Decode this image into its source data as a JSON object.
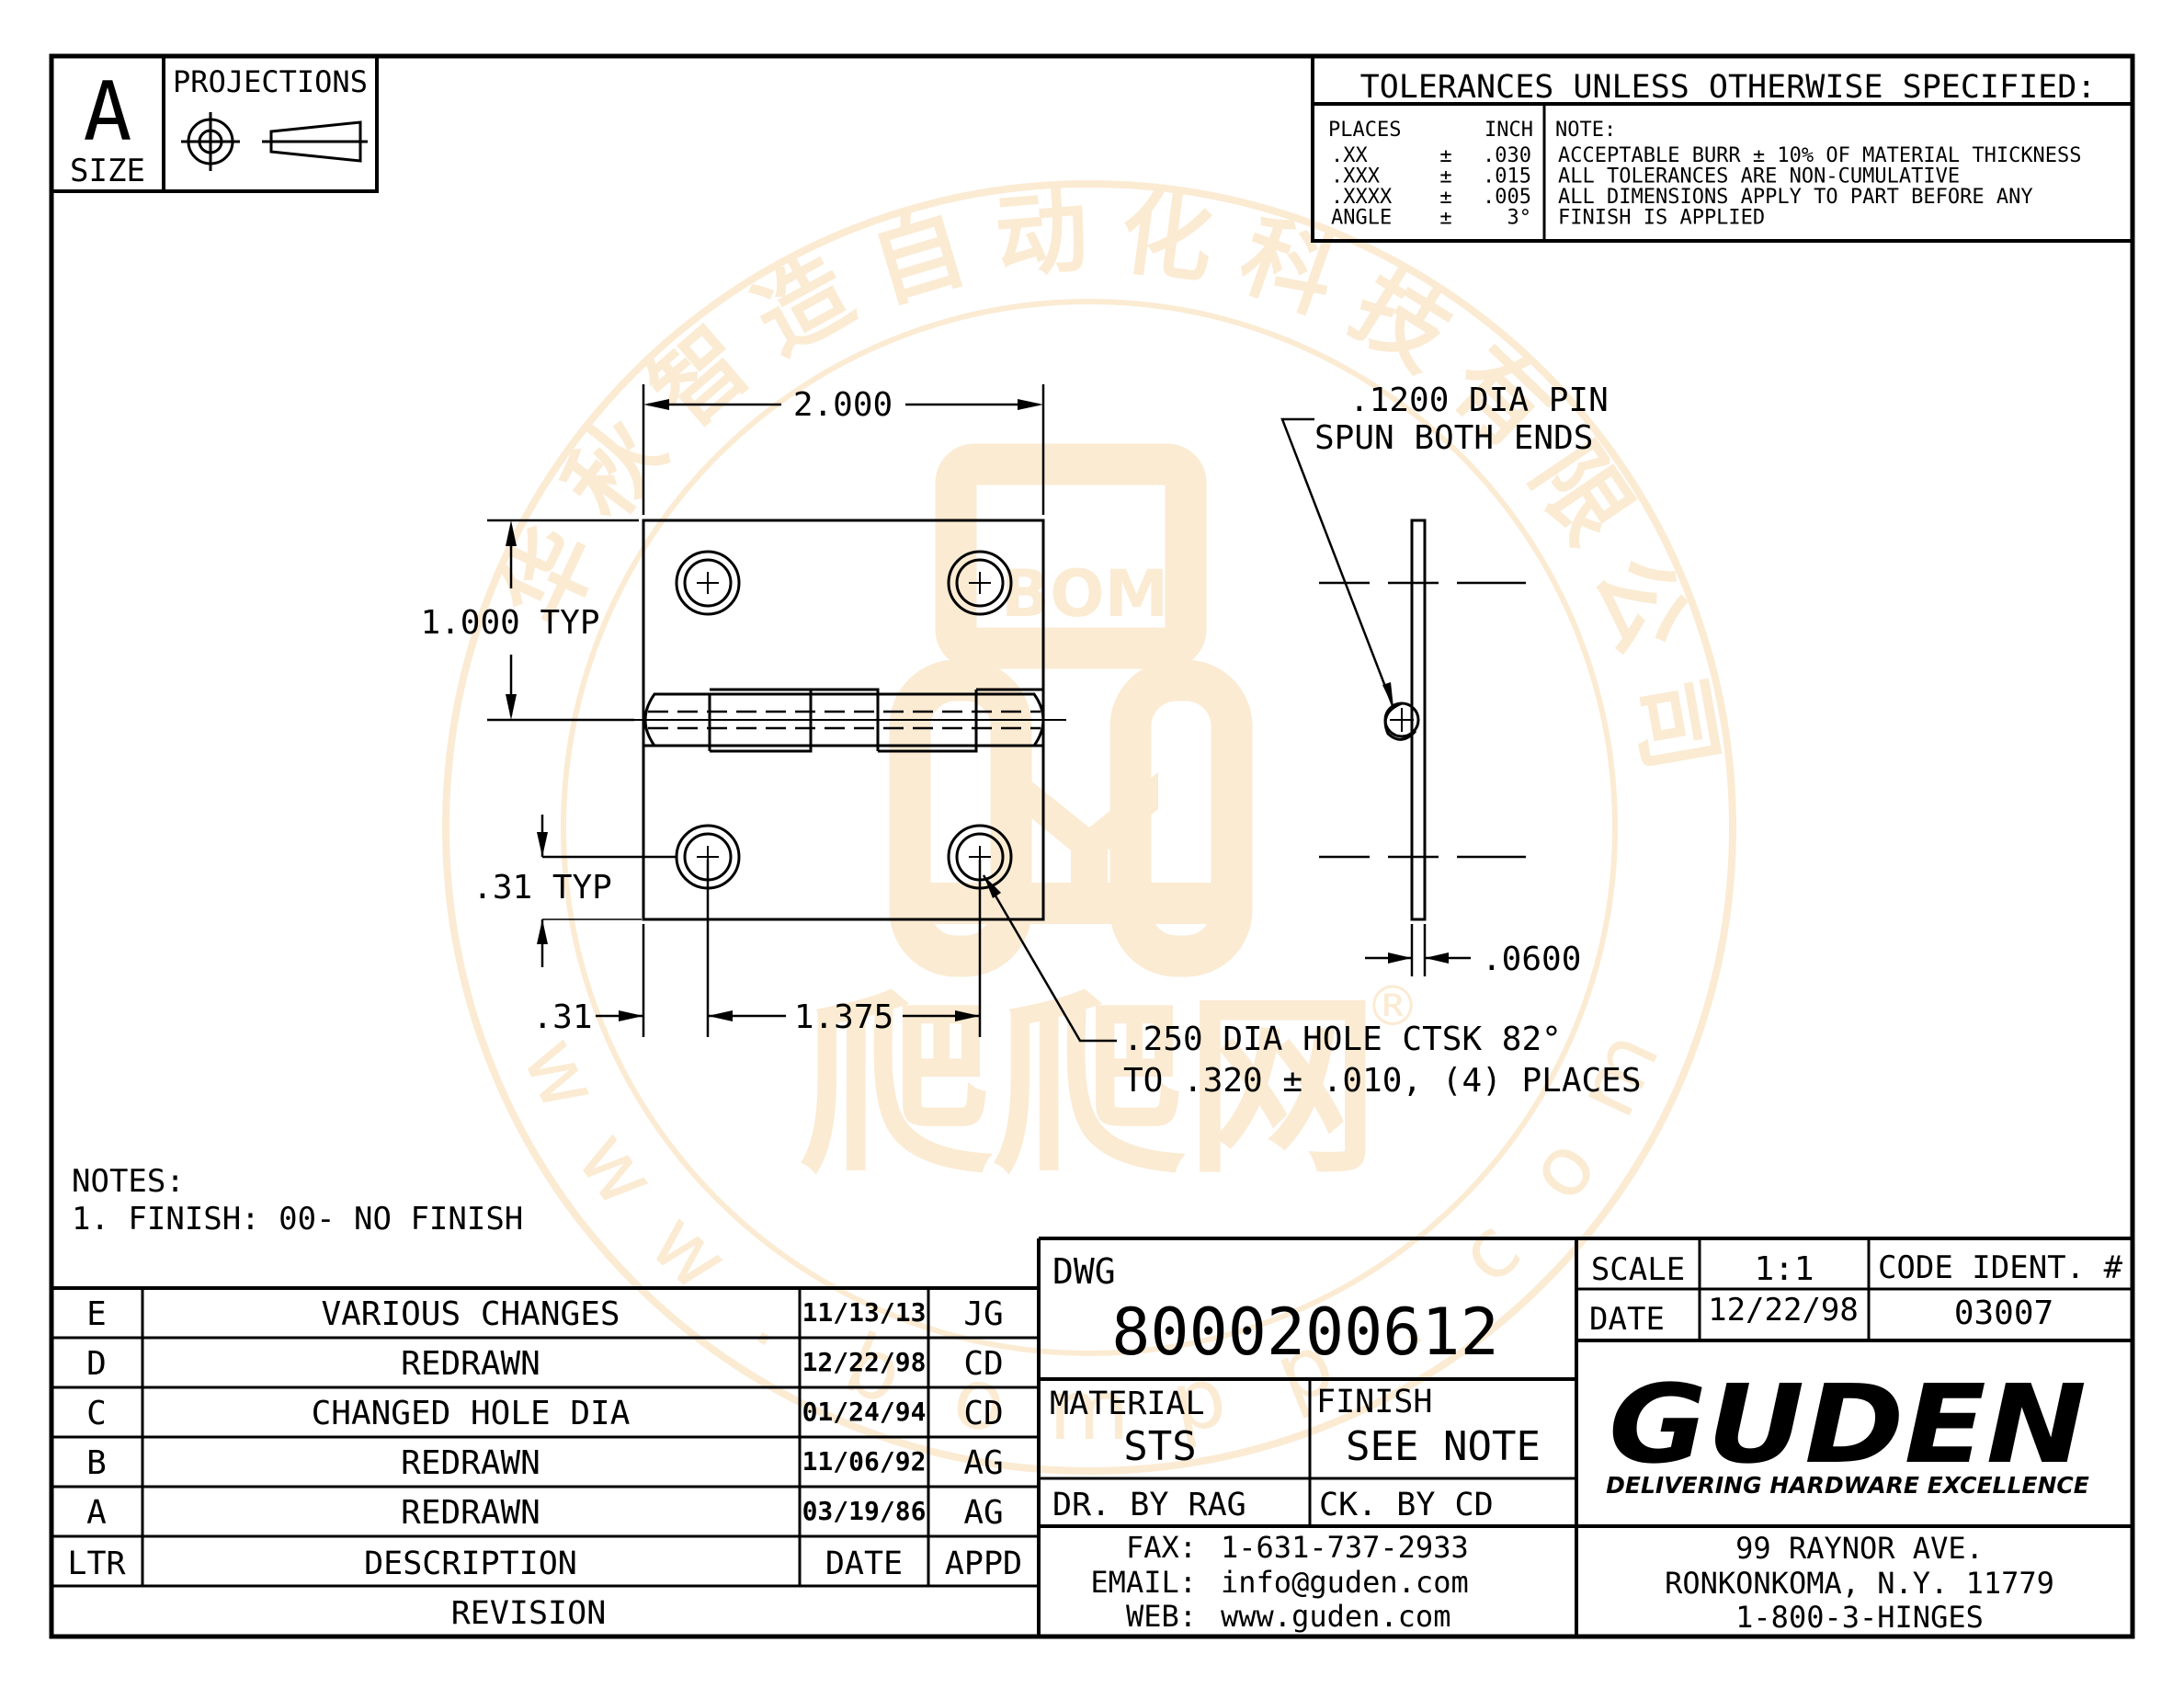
{
  "sheet": {
    "size_letter": "A",
    "size_label": "SIZE",
    "projections_label": "PROJECTIONS"
  },
  "tolerances": {
    "title": "TOLERANCES UNLESS OTHERWISE SPECIFIED:",
    "places_header": "PLACES",
    "inch_header": "INCH",
    "rows": [
      {
        "place": ".XX",
        "pm": "±",
        "value": ".030"
      },
      {
        "place": ".XXX",
        "pm": "±",
        "value": ".015"
      },
      {
        "place": ".XXXX",
        "pm": "±",
        "value": ".005"
      },
      {
        "place": "ANGLE",
        "pm": "±",
        "value": "3°"
      }
    ],
    "note_header": "NOTE:",
    "notes": [
      "ACCEPTABLE BURR ± 10% OF MATERIAL THICKNESS",
      "ALL TOLERANCES ARE NON-CUMULATIVE",
      "ALL DIMENSIONS APPLY TO PART BEFORE ANY",
      " FINISH IS APPLIED"
    ]
  },
  "drawing": {
    "dim_width": "2.000",
    "dim_height": "1.000 TYP",
    "dim_edge_vertical": ".31 TYP",
    "dim_edge_horizontal": ".31",
    "dim_hole_spacing": "1.375",
    "pin_note_line1": ".1200 DIA PIN",
    "pin_note_line2": "SPUN BOTH ENDS",
    "thickness": ".0600",
    "hole_note_line1": ".250 DIA HOLE CTSK 82°",
    "hole_note_line2": "TO .320 ± .010, (4) PLACES"
  },
  "notes": {
    "header": "NOTES:",
    "line1": "1. FINISH:  00-  NO FINISH"
  },
  "revisions": {
    "rows": [
      {
        "ltr": "E",
        "description": "VARIOUS CHANGES",
        "date": "11/13/13",
        "appd": "JG"
      },
      {
        "ltr": "D",
        "description": "REDRAWN",
        "date": "12/22/98",
        "appd": "CD"
      },
      {
        "ltr": "C",
        "description": "CHANGED HOLE DIA",
        "date": "01/24/94",
        "appd": "CD"
      },
      {
        "ltr": "B",
        "description": "REDRAWN",
        "date": "11/06/92",
        "appd": "AG"
      },
      {
        "ltr": "A",
        "description": "REDRAWN",
        "date": "03/19/86",
        "appd": "AG"
      }
    ],
    "header_ltr": "LTR",
    "header_description": "DESCRIPTION",
    "header_date": "DATE",
    "header_appd": "APPD",
    "footer": "REVISION"
  },
  "title_block": {
    "dwg_label": "DWG",
    "dwg_number": "8000200612",
    "scale_label": "SCALE",
    "scale_value": "1:1",
    "code_label": "CODE IDENT. #",
    "date_label": "DATE",
    "date_value": "12/22/98",
    "code_value": "03007",
    "material_label": "MATERIAL",
    "material_value": "STS",
    "finish_label": "FINISH",
    "finish_value": "SEE NOTE",
    "drawn_by": "DR. BY RAG",
    "checked_by": "CK. BY  CD",
    "fax_label": "FAX:",
    "fax": "1-631-737-2933",
    "email_label": "EMAIL:",
    "email": "info@guden.com",
    "web_label": "WEB:",
    "web": "www.guden.com",
    "logo_text": "GUDEN",
    "tagline": "DELIVERING HARDWARE EXCELLENCE",
    "address1": "99 RAYNOR AVE.",
    "address2": "RONKONKOMA, N.Y. 11779",
    "phone": "1-800-3-HINGES"
  },
  "watermark": {
    "company_cn": "华秋智造自动化科技有限公司",
    "bom_text": "BOM",
    "site_cn": "爬爬网",
    "url_chars": [
      "w",
      "w",
      "w",
      ".",
      "b",
      "o",
      "m",
      "p",
      "p",
      ".",
      "c",
      "o",
      "m"
    ],
    "registered": "®",
    "color": "#f4c27a"
  }
}
